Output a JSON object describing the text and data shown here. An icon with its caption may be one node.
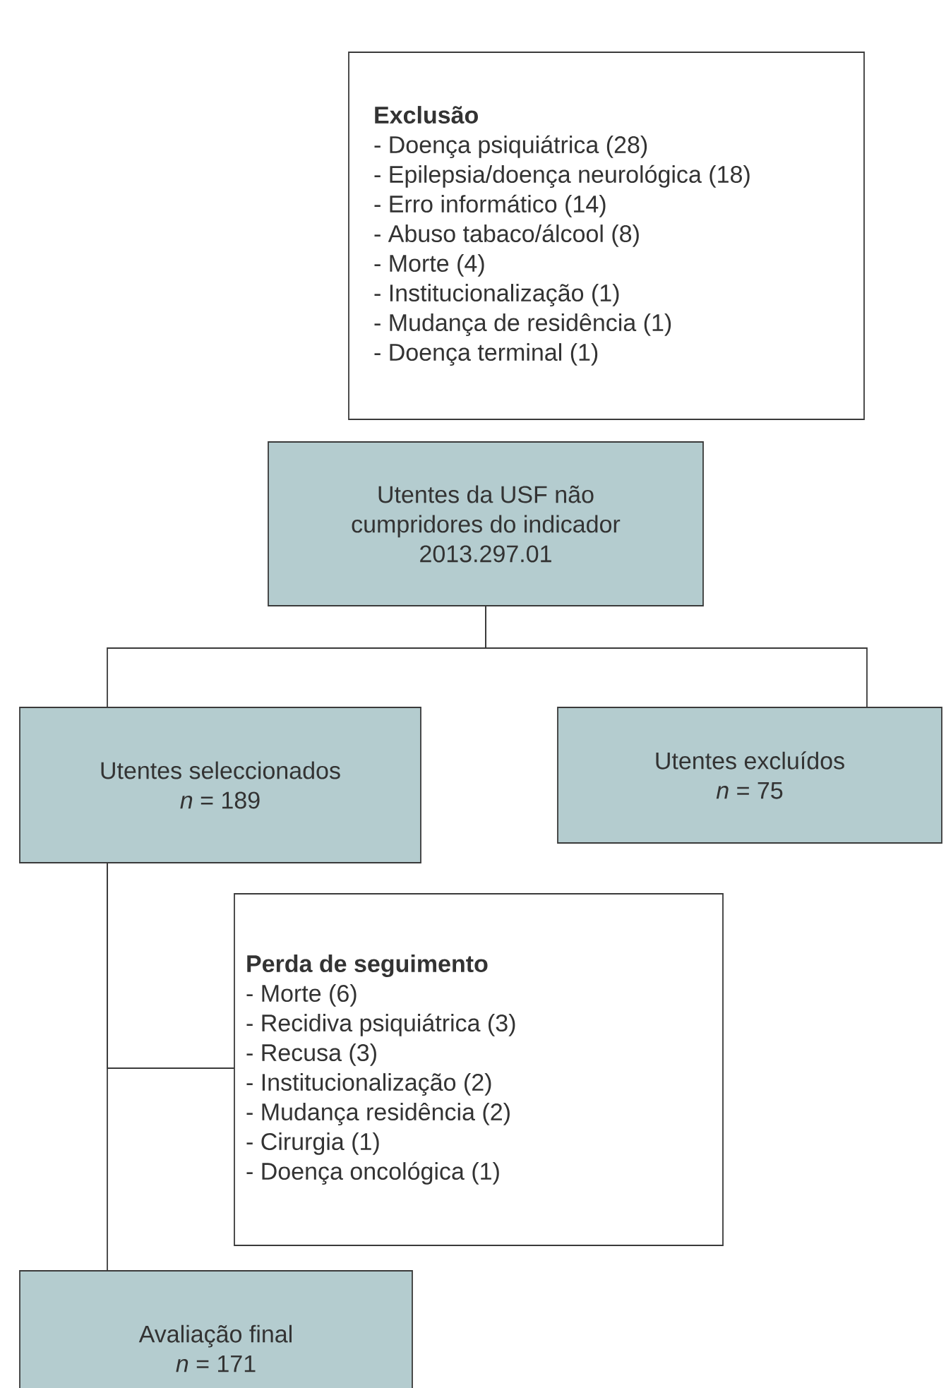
{
  "diagram": {
    "nodes": [
      {
        "text": [
          "Exclusão",
          "- Doença psiquiátrica (28)",
          "- Epilepsia/doença neurológica (18)",
          "- Erro informático (14)",
          "- Abuso tabaco/álcool (8)",
          "- Morte (4)",
          "- Institucionalização (1)",
          "- Mudança de residência (1)",
          "- Doença terminal (1)"
        ]
      },
      {
        "text": [
          "Utentes da USF não cumpridores do indicador 2013.297.01"
        ]
      },
      {
        "text": [
          "Utentes seleccionados",
          "*n* = 189"
        ]
      },
      {
        "text": [
          "Utentes excluídos",
          "*n* = 75"
        ]
      },
      {
        "text": [
          "Perda de seguimento",
          "- Morte (6)",
          "- Recidiva psiquiátrica (3)",
          "- Recusa (3)",
          "- Institucionalização (2)",
          "- Mudança residência (2)",
          "- Cirurgia (1)",
          "- Doença oncológica (1)"
        ]
      },
      {
        "text": [
          "Avaliação final",
          "*n* = 171"
        ]
      }
    ],
    "edges": [
      {
        "from": 1,
        "to": 2,
        "arrow": "none"
      },
      {
        "from": 1,
        "to": 3,
        "arrow": "none"
      },
      {
        "from": 2,
        "to": 4,
        "arrow": "none"
      },
      {
        "from": 2,
        "to": 5,
        "arrow": "none"
      }
    ]
  }
}
